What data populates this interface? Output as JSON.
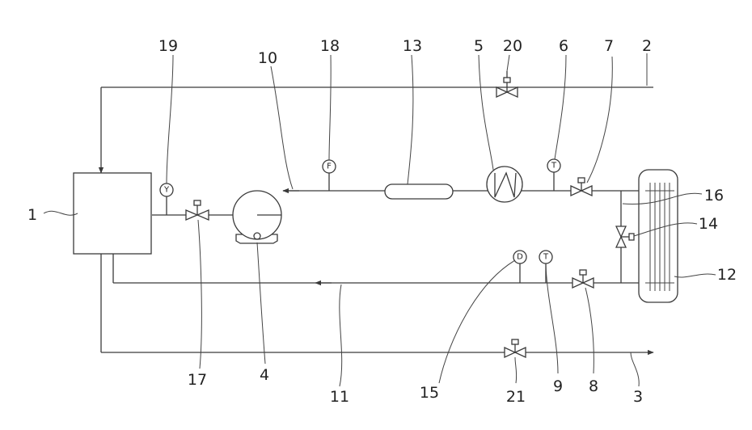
{
  "labels": {
    "n1": "1",
    "n2": "2",
    "n3": "3",
    "n4": "4",
    "n5": "5",
    "n6": "6",
    "n7": "7",
    "n8": "8",
    "n9": "9",
    "n10": "10",
    "n11": "11",
    "n12": "12",
    "n13": "13",
    "n14": "14",
    "n15": "15",
    "n16": "16",
    "n17": "17",
    "n18": "18",
    "n19": "19",
    "n20": "20",
    "n21": "21"
  },
  "instrument_symbols": {
    "level_gauge": "Y",
    "flow_meter": "F",
    "temp_upper": "T",
    "density_meter": "D",
    "temp_lower": "T"
  }
}
